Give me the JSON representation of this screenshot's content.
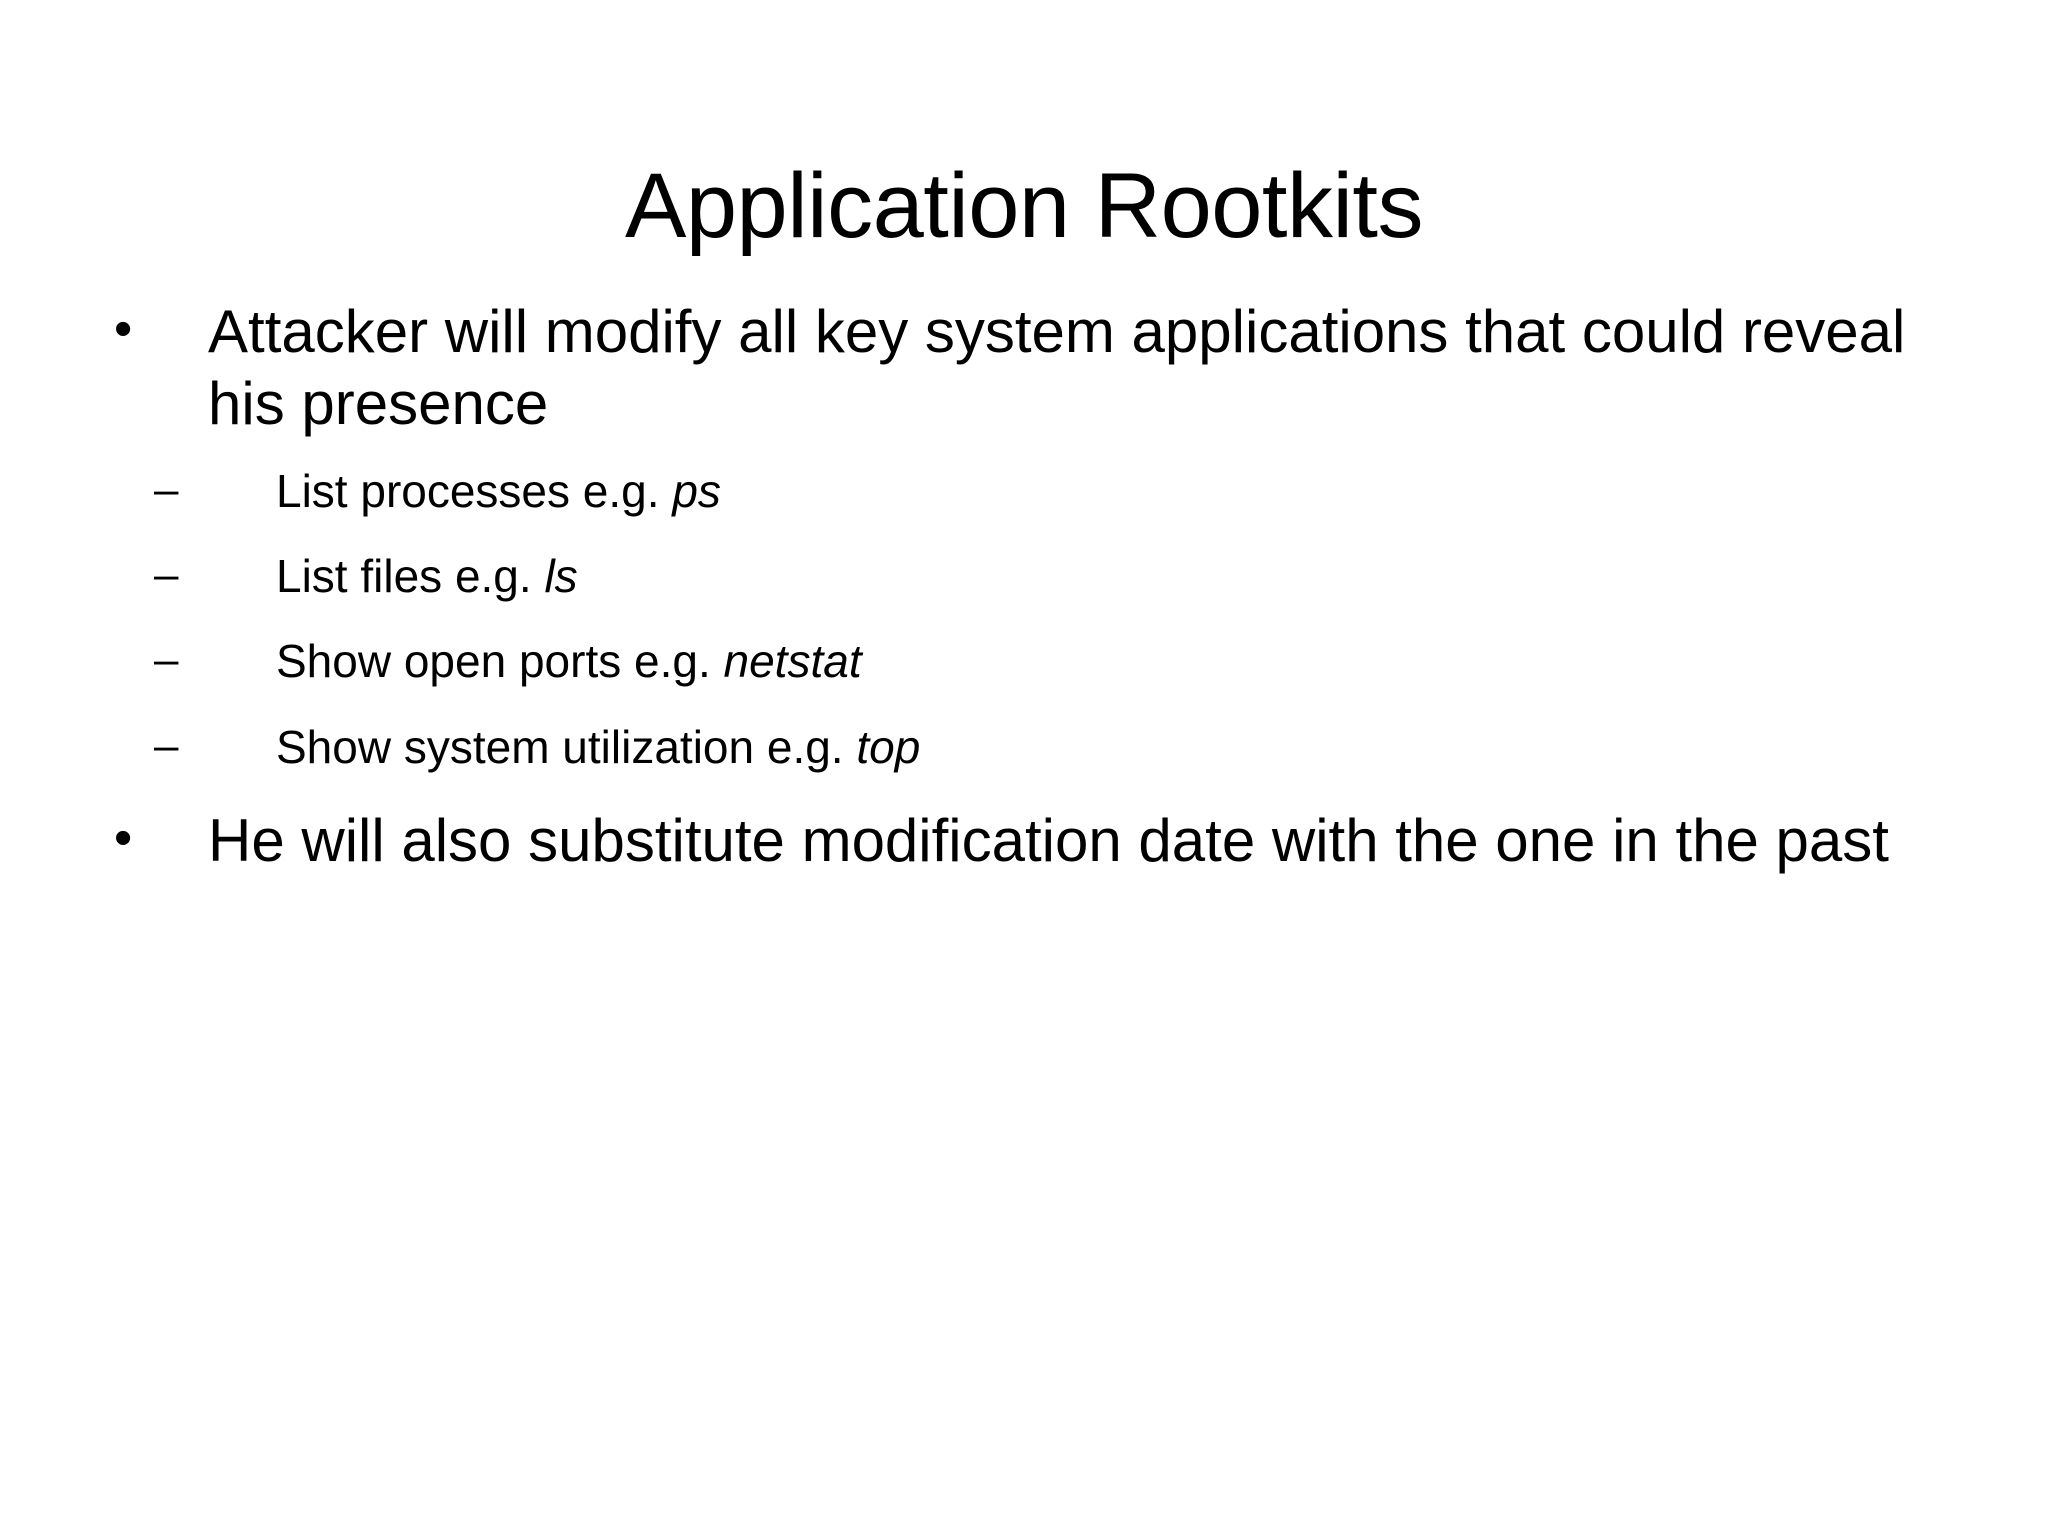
{
  "slide": {
    "title": "Application Rootkits",
    "background_color": "#ffffff",
    "text_color": "#000000",
    "bullet_marker_level1": "•",
    "bullet_marker_level2": "–",
    "content": [
      {
        "level": 1,
        "text": "Attacker will modify all key system applications that could reveal his presence"
      },
      {
        "level": 2,
        "lead": "List processes e.g. ",
        "command": "ps"
      },
      {
        "level": 2,
        "lead": "List files e.g. ",
        "command": "ls"
      },
      {
        "level": 2,
        "lead": "Show open ports e.g. ",
        "command": "netstat"
      },
      {
        "level": 2,
        "lead": "Show system utilization e.g. ",
        "command": "top"
      },
      {
        "level": 1,
        "text": "He will also substitute modification date with the one in the past"
      }
    ]
  }
}
